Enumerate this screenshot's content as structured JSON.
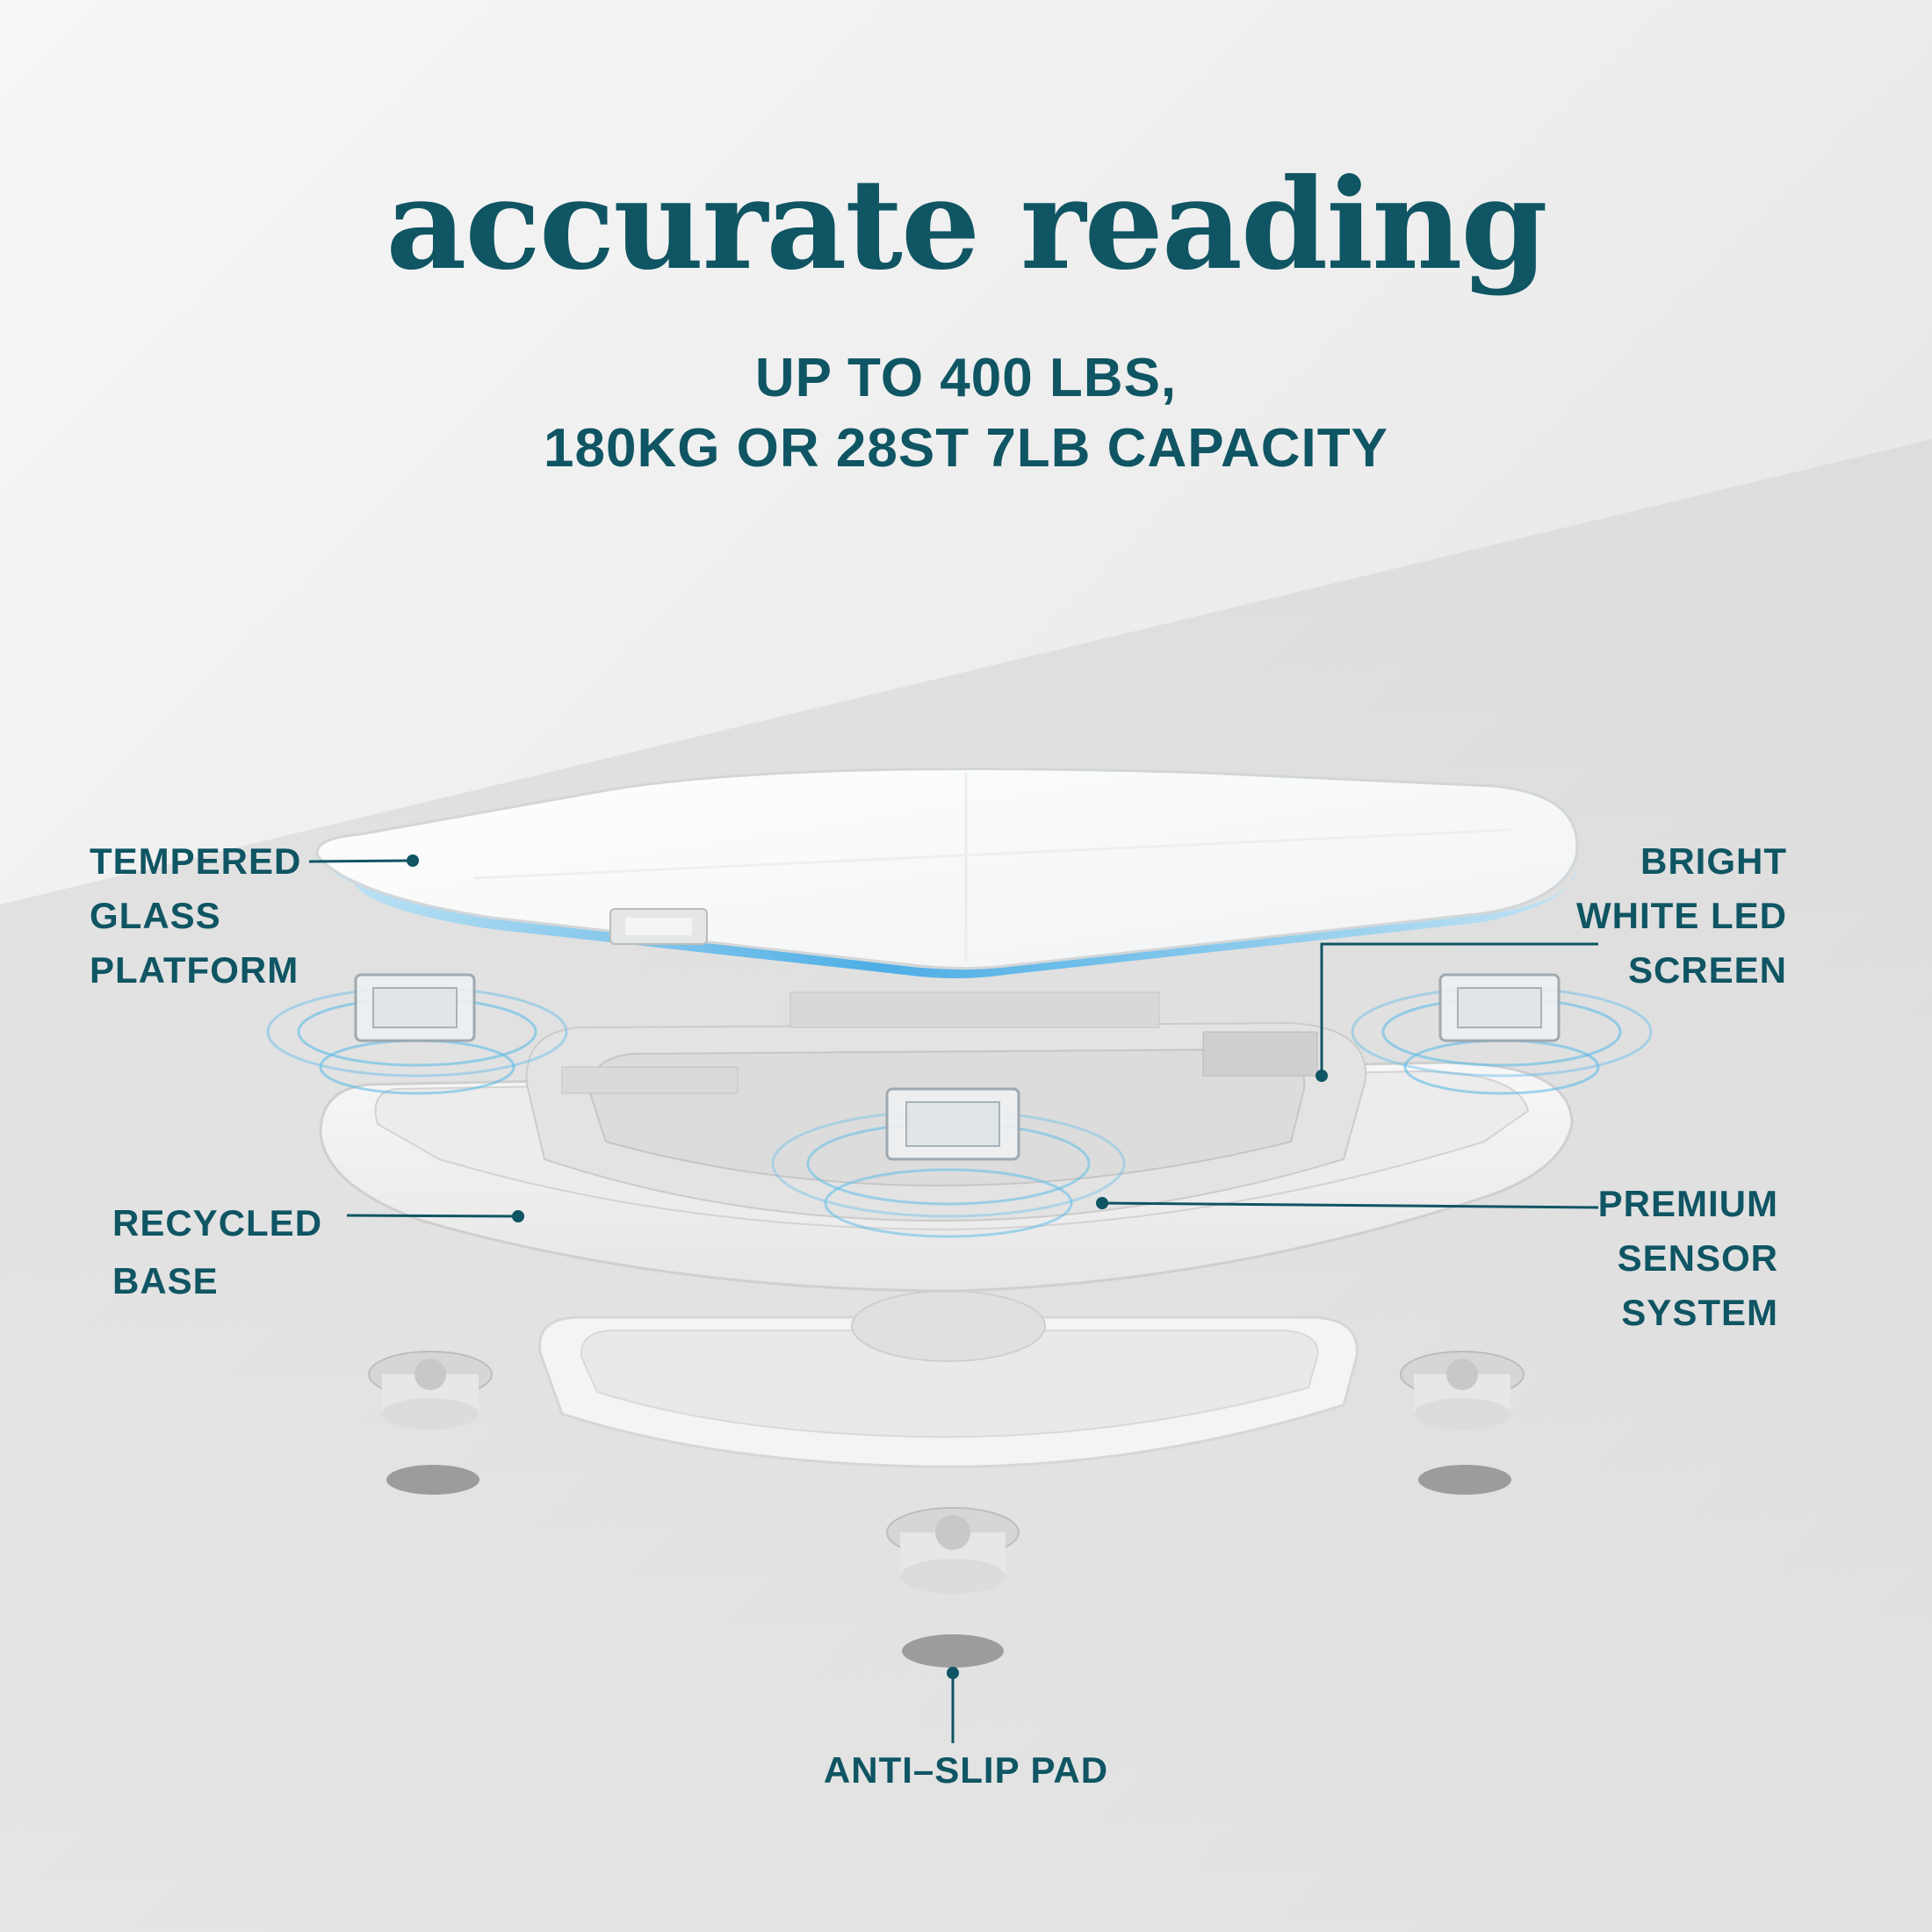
{
  "colors": {
    "brand": "#0f5563",
    "glow": "#4fb8e8",
    "background": "#e4e4e4"
  },
  "headline": {
    "title": "accurate reading",
    "subtitle_line1": "UP TO 400 LBS,",
    "subtitle_line2": "180KG OR 28ST 7LB CAPACITY"
  },
  "callouts": {
    "tempered_glass": [
      "TEMPERED",
      "GLASS",
      "PLATFORM"
    ],
    "led_screen": [
      "BRIGHT",
      "WHITE LED",
      "SCREEN"
    ],
    "recycled_base": [
      "RECYCLED",
      "BASE"
    ],
    "sensor_system": [
      "PREMIUM",
      "SENSOR",
      "SYSTEM"
    ],
    "anti_slip": "ANTI–SLIP PAD"
  }
}
